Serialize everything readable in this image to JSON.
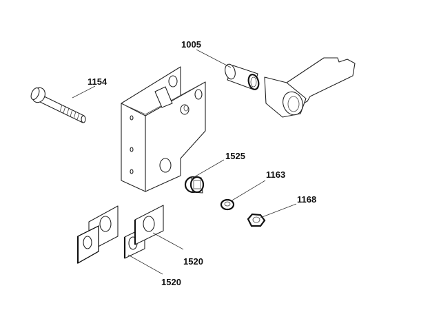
{
  "callouts": {
    "bushing": "1005",
    "bolt": "1154",
    "spacer": "1525",
    "washer": "1163",
    "nut": "1168",
    "shim_upper": "1520",
    "shim_lower": "1520"
  }
}
